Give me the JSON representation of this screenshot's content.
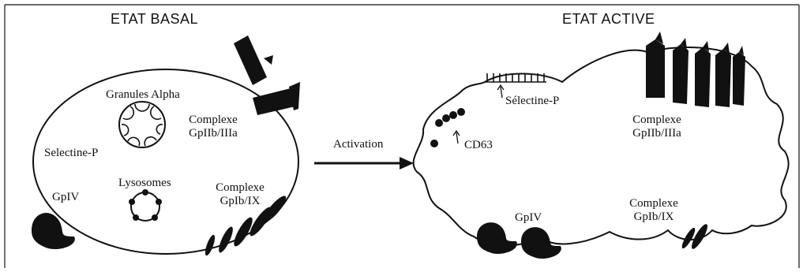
{
  "basal": {
    "title": "ETAT BASAL",
    "granules_label": "Granules Alpha",
    "selectine_label": "Selectine-P",
    "complexe_iib_iiia_line1": "Complexe",
    "complexe_iib_iiia_line2": "GpIIb/IIIa",
    "lysosomes_label": "Lysosomes",
    "gpiv_label": "GpIV",
    "complexe_ib_ix_line1": "Complexe",
    "complexe_ib_ix_line2": "GpIb/IX"
  },
  "activation": {
    "label": "Activation"
  },
  "active": {
    "title": "ETAT ACTIVE",
    "selectine_label": "Sélectine-P",
    "cd63_label": "CD63",
    "complexe_iib_iiia_line1": "Complexe",
    "complexe_iib_iiia_line2": "GpIIb/IIIa",
    "complexe_ib_ix_line1": "Complexe",
    "complexe_ib_ix_line2": "GpIb/IX",
    "gpiv_label": "GpIV"
  },
  "colors": {
    "ink": "#111111",
    "background": "#ffffff"
  }
}
